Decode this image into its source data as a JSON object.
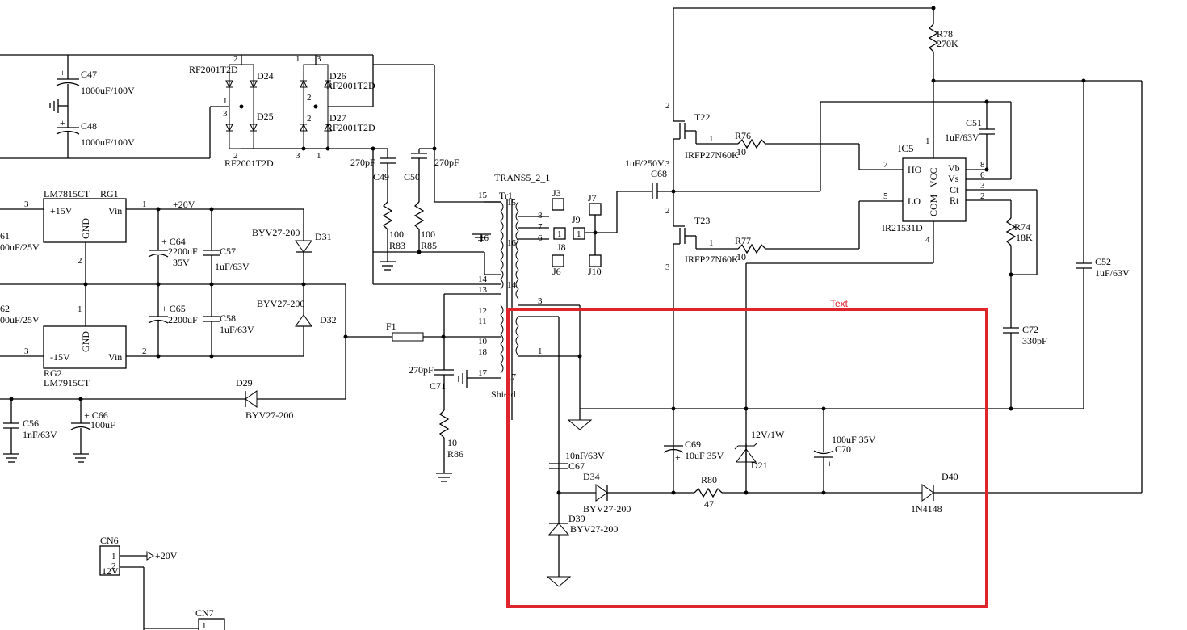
{
  "labels": {
    "c47": "C47",
    "c47v": "1000uF/100V",
    "c48": "C48",
    "c48v": "1000uF/100V",
    "rf_tl": "RF2001T2D",
    "d24": "D24",
    "d25": "D25",
    "rf_bl": "RF2001T2D",
    "d26": "D26",
    "rf_tr": "RF2001T2D",
    "d27": "D27",
    "rf_br": "RF2001T2D",
    "c49": "C49",
    "c49v": "270pF",
    "c50": "C50",
    "c50v": "270pF",
    "r83": "R83",
    "r83v": "100",
    "r85": "R85",
    "r85v": "100",
    "rg1t": "LM7815CT",
    "rg1": "RG1",
    "rg1_in": "+15V",
    "rg1_vin": "Vin",
    "rg1_gnd": "GND",
    "plus20": "+20V",
    "c64": "C64",
    "c64v": "2200uF",
    "c64v2": "35V",
    "c57": "C57",
    "c57v": "1uF/63V",
    "c61": "61",
    "c61v": "00uF/25V",
    "c62": "62",
    "c62v": "00uF/25V",
    "c65": "C65",
    "c65v": "2200uF",
    "c58": "C58",
    "c58v": "1uF/63V",
    "rg2": "RG2",
    "rg2t": "LM7915CT",
    "rg2_in": "-15V",
    "rg2_vin": "Vin",
    "rg2_gnd": "GND",
    "byv_d31": "BYV27-200",
    "d31": "D31",
    "byv_d32": "BYV27-200",
    "d32": "D32",
    "d29": "D29",
    "byv_d29": "BYV27-200",
    "c56": "C56",
    "c56v": "1nF/63V",
    "c66": "C66",
    "c66v": "100uF",
    "f1": "F1",
    "c71": "C71",
    "c71v": "270pF",
    "r86": "R86",
    "r86v": "10",
    "trans": "TRANS5_2_1",
    "tr1": "Tr1",
    "shield": "Shield",
    "j3": "J3",
    "j7": "J7",
    "j9": "J9",
    "j8": "J8",
    "j6": "J6",
    "j10": "J10",
    "c68": "C68",
    "c68v": "1uF/250V",
    "t22": "T22",
    "t22p": "IRFP27N60K",
    "t23": "T23",
    "t23p": "IRFP27N60K",
    "r76": "R76",
    "r76v": "10",
    "r77": "R77",
    "r77v": "10",
    "r78": "R78",
    "r78v": "270K",
    "c51": "C51",
    "c51v": "1uF/63V",
    "ic5": "IC5",
    "ic5p": "IR21531D",
    "ho": "HO",
    "lo": "LO",
    "vcc": "VCC",
    "com": "COM",
    "vb": "Vb",
    "vs": "Vs",
    "ct": "Ct",
    "rt": "Rt",
    "r74": "R74",
    "r74v": "18K",
    "c72": "C72",
    "c72v": "330pF",
    "c52": "C52",
    "c52v": "1uF/63V",
    "c67": "C67",
    "c67v": "10nF/63V",
    "d34": "D34",
    "byv_d34": "BYV27-200",
    "d39": "D39",
    "byv_d39": "BYV27-200",
    "c69": "C69",
    "c69v": "10uF 35V",
    "r80": "R80",
    "r80v": "47",
    "d21": "D21",
    "d21v": "12V/1W",
    "c70": "C70",
    "c70v": "100uF 35V",
    "d40": "D40",
    "d40p": "1N4148",
    "cn6": "CN6",
    "cn6v": "12V",
    "cn6_plus20": "+20V",
    "cn7": "CN7",
    "highlight": "Text"
  },
  "pins": {
    "p3a": "3",
    "p1a": "1",
    "p2a": "2",
    "p2b": "2",
    "p3b": "3",
    "p2c": "2",
    "p15": "15",
    "p14": "14",
    "p13": "13",
    "p12": "12",
    "p11": "11",
    "p10": "10",
    "p18": "18",
    "p17": "17",
    "p16": "16",
    "p8": "8",
    "p7": "7",
    "p6": "6",
    "p3c": "3",
    "p1c": "1",
    "t22_2": "2",
    "t22_1": "1",
    "t22_3": "3",
    "t23_2": "2",
    "t23_1": "1",
    "t23_3": "3",
    "ic_7": "7",
    "ic_5": "5",
    "ic_1": "1",
    "ic_4": "4",
    "ic_8": "8",
    "ic_6": "6",
    "ic_3": "3",
    "ic_2": "2",
    "j9_1": "1",
    "j8_1": "1",
    "cn6_1": "1",
    "cn6_2": "2",
    "cn7_1": "1",
    "bd1": "2",
    "bd2": "1",
    "bd3": "1",
    "bd4": "3",
    "bd5": "3",
    "bd6": "2",
    "bd7": "3",
    "bd8": "1",
    "bd9": "2",
    "bd10": "1",
    "bd11": "3",
    "bd12": "2"
  }
}
